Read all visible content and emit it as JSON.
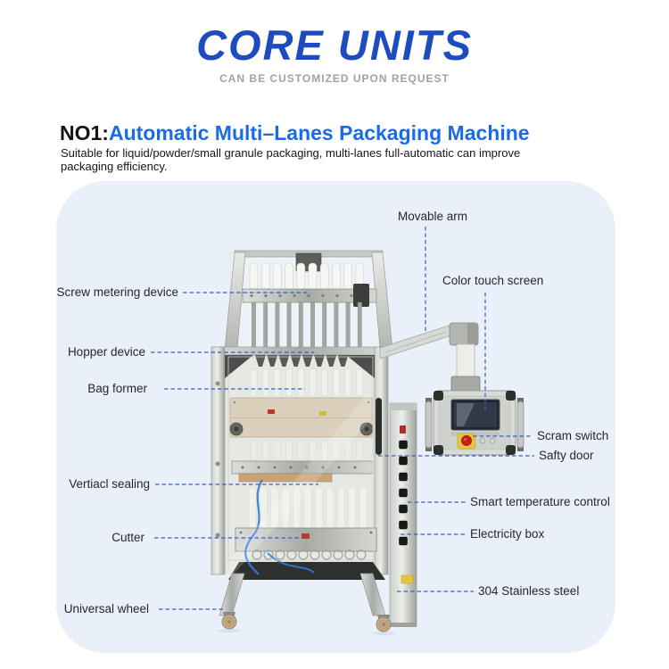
{
  "header": {
    "title": "CORE UNITS",
    "subtitle": "CAN BE CUSTOMIZED UPON REQUEST"
  },
  "section": {
    "prefix": "NO1:",
    "title": "Automatic Multi–Lanes Packaging Machine",
    "description_line1": "Suitable for liquid/powder/small granule packaging, multi-lanes full-automatic can improve",
    "description_line2": "packaging efficiency."
  },
  "colors": {
    "title_blue": "#1c4cbe",
    "heading_blue": "#1b6ce4",
    "callout_line_blue": "#3b5ccd",
    "subtitle_gray": "#a2a2a2",
    "panel_background": "#e9f0fa",
    "estop_red": "#cc1f1a",
    "estop_plate_yellow": "#e3c63c"
  },
  "diagram": {
    "labels": {
      "screw_metering": "Screw metering device",
      "hopper": "Hopper device",
      "bag_former": "Bag former",
      "vertical_sealing": "Vertiacl sealing",
      "cutter": "Cutter",
      "universal_wheel": "Universal wheel",
      "movable_arm": "Movable arm",
      "color_touch_screen": "Color touch screen",
      "scram_switch": "Scram switch",
      "safety_door": "Safty door",
      "smart_temperature": "Smart temperature control",
      "electricity_box": "Electricity box",
      "stainless_steel": "304 Stainless steel"
    }
  }
}
